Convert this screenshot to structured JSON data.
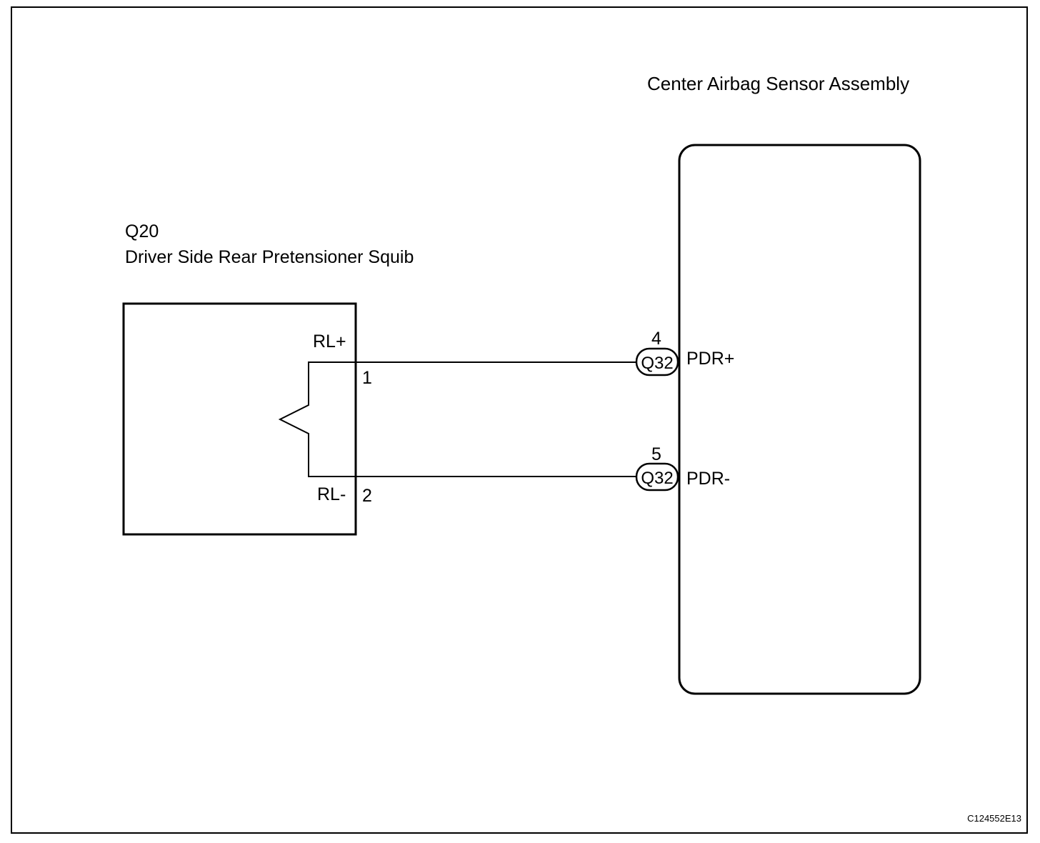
{
  "assembly": {
    "title": "Center Airbag Sensor Assembly",
    "pins": [
      {
        "number": "4",
        "connector": "Q32",
        "name": "PDR+"
      },
      {
        "number": "5",
        "connector": "Q32",
        "name": "PDR-"
      }
    ]
  },
  "squib": {
    "code": "Q20",
    "name": "Driver Side Rear Pretensioner Squib",
    "terminals": [
      {
        "name": "RL+",
        "number": "1"
      },
      {
        "name": "RL-",
        "number": "2"
      }
    ]
  },
  "figure_id": "C124552E13"
}
